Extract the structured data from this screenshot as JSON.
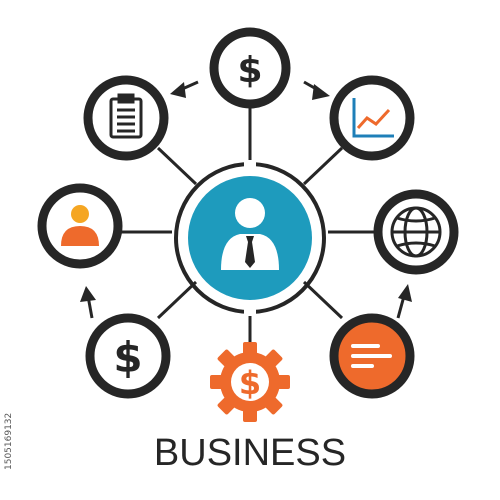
{
  "title": "BUSINESS",
  "side_id": "1505169132",
  "colors": {
    "ring": "#262626",
    "teal": "#1e9bbd",
    "orange": "#ee6a2c",
    "chart_blue": "#1e7fb8",
    "white": "#ffffff"
  },
  "nodes": [
    {
      "name": "dollar-node-top",
      "icon": "dollar-icon",
      "glyph": "$"
    },
    {
      "name": "clipboard-node",
      "icon": "clipboard-icon"
    },
    {
      "name": "chart-node",
      "icon": "line-chart-icon"
    },
    {
      "name": "user-node",
      "icon": "user-icon"
    },
    {
      "name": "globe-node",
      "icon": "globe-icon"
    },
    {
      "name": "dollar-node-bottom-left",
      "icon": "dollar-icon",
      "glyph": "$"
    },
    {
      "name": "document-node",
      "icon": "document-lines-icon"
    },
    {
      "name": "gear-dollar-node",
      "icon": "gear-dollar-icon",
      "glyph": "$"
    }
  ],
  "center": {
    "icon": "businessman-icon"
  }
}
